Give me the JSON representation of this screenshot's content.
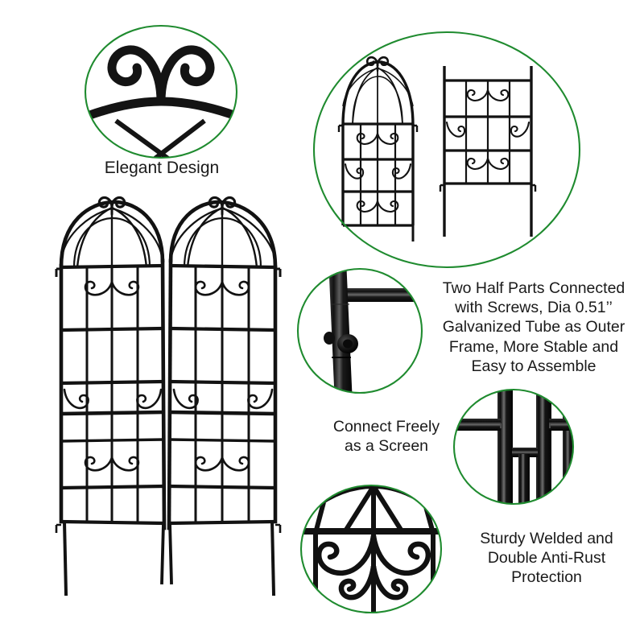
{
  "page": {
    "background": "#ffffff",
    "accent_green": "#1f8b2f",
    "metal_black": "#121212",
    "text_color": "#1a1a1a"
  },
  "features": [
    {
      "id": "elegant",
      "caption": "Elegant Design",
      "icon": "scroll-finial-detail-icon",
      "callout_shape": "circle"
    },
    {
      "id": "overview",
      "caption": "",
      "icon": "two-trellis-halves-icon",
      "callout_shape": "circle"
    },
    {
      "id": "screw",
      "caption": "Two Half Parts Connected\nwith Screws, Dia 0.51’’\nGalvanized Tube as Outer\nFrame, More Stable and\nEasy to Assemble",
      "icon": "screw-joint-detail-icon",
      "callout_shape": "circle"
    },
    {
      "id": "connect",
      "caption": "Connect Freely\nas a Screen",
      "icon": "",
      "callout_shape": "none"
    },
    {
      "id": "weld",
      "caption": "Sturdy Welded and\nDouble Anti-Rust\nProtection",
      "icon": "welded-tube-joint-icon",
      "callout_shape": "circle"
    },
    {
      "id": "scroll",
      "caption": "",
      "icon": "scrollwork-panel-detail-icon",
      "callout_shape": "circle"
    }
  ],
  "product": {
    "name": "folding-metal-garden-trellis-screen",
    "panels": 2
  }
}
